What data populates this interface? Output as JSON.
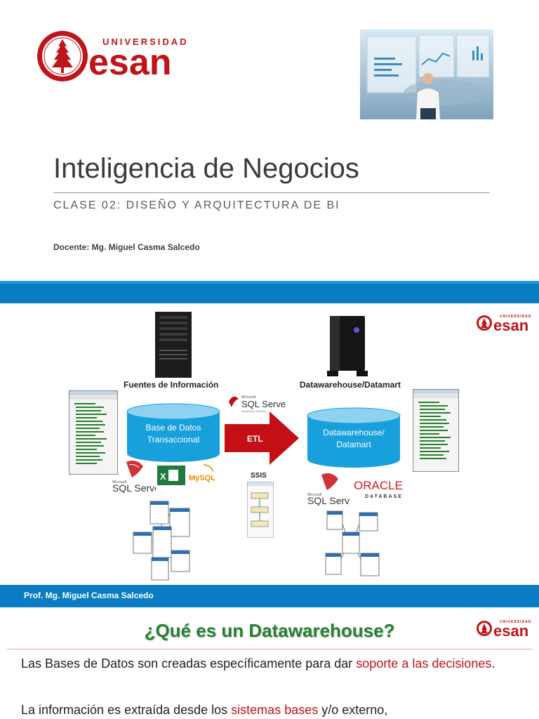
{
  "slide1": {
    "logo": {
      "top": "UNIVERSIDAD",
      "brand": "esan"
    },
    "title": "Inteligencia de Negocios",
    "subtitle": "CLASE 02: DISEÑO Y ARQUITECTURA DE BI",
    "docente": "Docente: Mg. Miguel Casma Salcedo"
  },
  "slide2": {
    "logo": {
      "top": "UNIVERSIDAD",
      "brand": "esan"
    },
    "sources_label": "Fuentes de Información",
    "target_label": "Datawarehouse/Datamart",
    "source_db": [
      "Base de Datos",
      "Transaccional"
    ],
    "target_db": [
      "Datawarehouse/",
      "Datamart"
    ],
    "etl_label": "ETL",
    "ssis_label": "SSIS",
    "sqlserver_small": "Microsoft",
    "sqlserver": "SQL Server",
    "integration": "Integration Services",
    "mysql": "MySQL",
    "excel": "X",
    "oracle": "ORACLE",
    "oracle_sub": "DATABASE",
    "footer": "Prof. Mg. Miguel Casma Salcedo"
  },
  "slide3": {
    "logo": {
      "top": "UNIVERSIDAD",
      "brand": "esan"
    },
    "title": "¿Qué es un Datawarehouse?",
    "p1_a": "Las Bases de Datos son creadas específicamente para dar ",
    "p1_hl": "soporte a las decisiones",
    "p1_b": ".",
    "p2_a": "La información es extraída desde los ",
    "p2_hl": "sistemas bases",
    "p2_b": " y/o externo,"
  },
  "colors": {
    "esan_red": "#c0141b",
    "bar_blue": "#0a7cc4",
    "cyl_blue": "#18a0dc",
    "title_green": "#2f7c3a"
  }
}
